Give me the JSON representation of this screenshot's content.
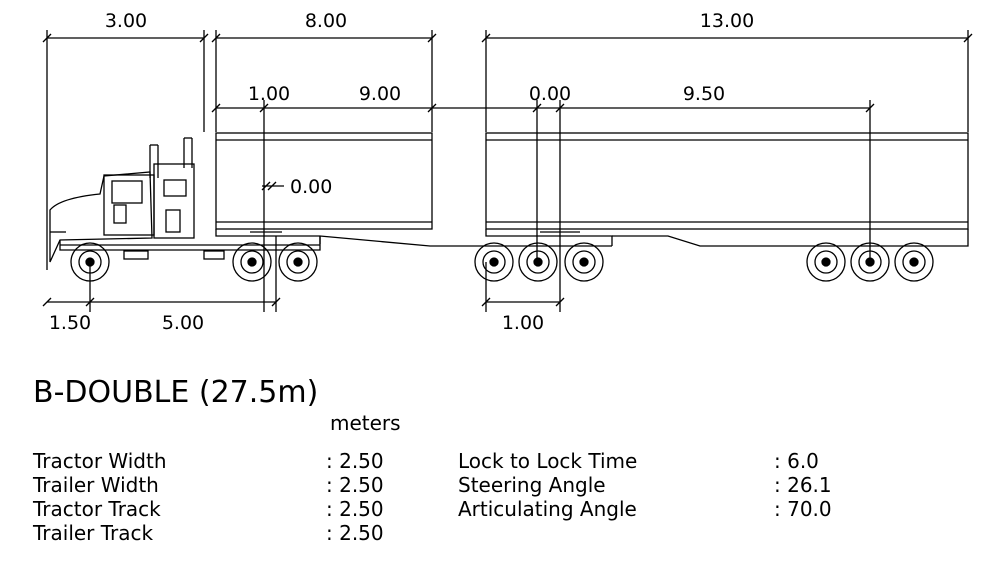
{
  "dimensions": {
    "front_overhang": "3.00",
    "trailer1_length": "8.00",
    "trailer2_length": "13.00",
    "fifthwheel_offset_1": "1.00",
    "trailer1_kingpin_to_axle": "9.00",
    "fifthwheel_offset_2": "0.00",
    "trailer2_kingpin_to_axle": "9.50",
    "hitch_offset": "0.00",
    "front_axle_setback": "1.50",
    "tractor_wheelbase": "5.00",
    "trailer1_axle_to_hitch": "1.00"
  },
  "title": "B-DOUBLE (27.5m)",
  "units": "meters",
  "specs_left": [
    {
      "label": "Tractor Width",
      "value": ": 2.50"
    },
    {
      "label": "Trailer Width",
      "value": ": 2.50"
    },
    {
      "label": "Tractor Track",
      "value": ": 2.50"
    },
    {
      "label": "Trailer Track",
      "value": ": 2.50"
    }
  ],
  "specs_right": [
    {
      "label": "Lock to Lock Time",
      "value": ": 6.0"
    },
    {
      "label": "Steering Angle",
      "value": ": 26.1"
    },
    {
      "label": "Articulating Angle",
      "value": ": 70.0"
    }
  ]
}
